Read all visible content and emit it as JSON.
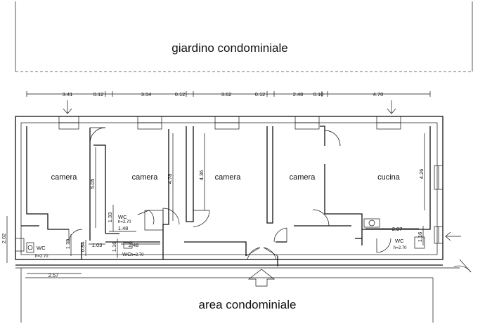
{
  "labels": {
    "garden": "giardino condominiale",
    "area": "area condominiale"
  },
  "rooms": {
    "camera1": "camera",
    "camera2": "camera",
    "camera3": "camera",
    "camera4": "camera",
    "cucina": "cucina",
    "wc_left": "WC",
    "wc_left_h": "h=2.70",
    "wc_center": "WC",
    "wc_center_h": "h=2.70",
    "wc_bottom": "WC",
    "wc_bottom_h": "h=2.70",
    "wc_right": "WC",
    "wc_right_h": "h=2.70"
  },
  "dimensions": {
    "top": [
      "3.41",
      "0.12",
      "3.54",
      "0.12",
      "3.62",
      "0.12",
      "2.48",
      "0.10",
      "4.70"
    ],
    "vertical_505": "5.05",
    "vertical_478": "4.78",
    "vertical_436": "4.36",
    "vertical_426": "4.26",
    "vertical_202": "2.02",
    "vertical_133": "1.33",
    "vertical_129": "1.29",
    "vertical_084": "0.84",
    "vertical_116": "1.16",
    "vertical_116b": "1.16",
    "h_148": "1.48",
    "h_103": "1.03",
    "h_248": "2.48",
    "h_297": "2.97",
    "h_257": "2.57"
  }
}
